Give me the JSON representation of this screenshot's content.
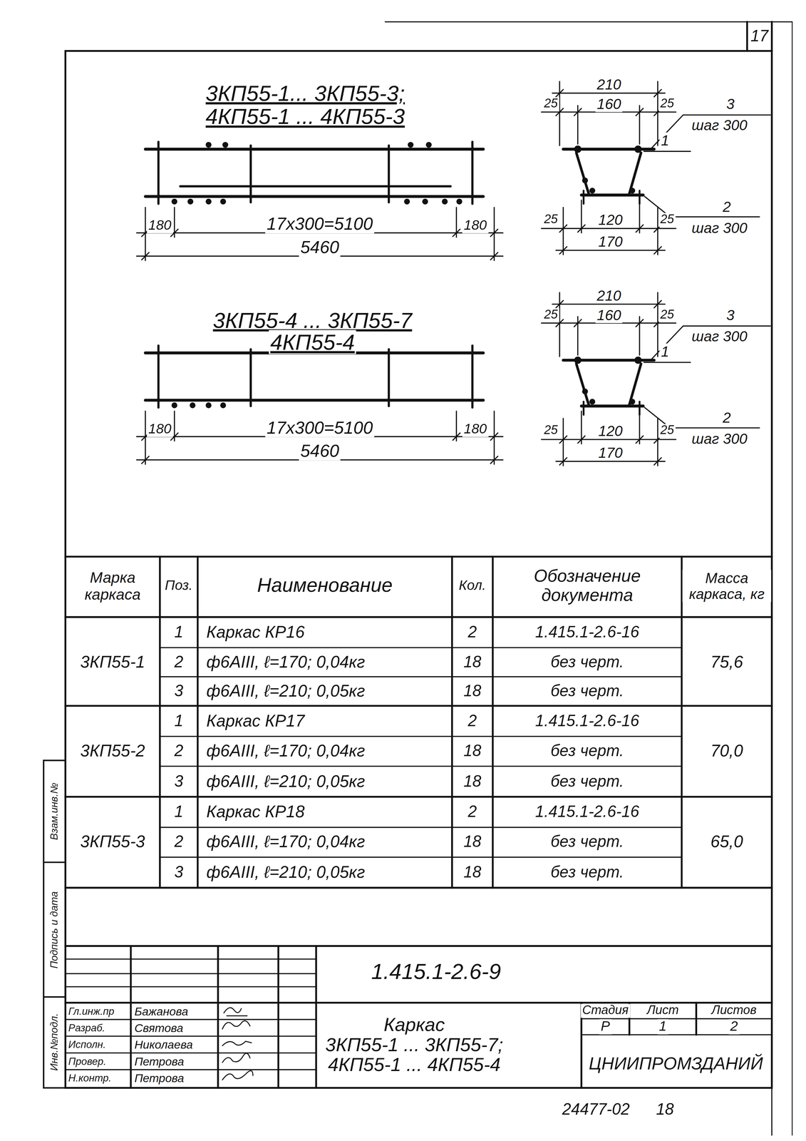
{
  "diagram": {
    "labels": [
      "17",
      "3КП55-1... 3КП55-3;",
      "4КП55-1 ... 4КП55-3",
      "180",
      "17x300=5100",
      "180",
      "5460",
      "210",
      "25",
      "160",
      "25",
      "3",
      "шаг 300",
      "1",
      "25",
      "120",
      "25",
      "170",
      "2",
      "шаг 300",
      "3КП55-4 ... 3КП55-7",
      "4КП55-4",
      "180",
      "17x300=5100",
      "180",
      "5460",
      "210",
      "25",
      "160",
      "25",
      "3",
      "шаг 300",
      "1",
      "25",
      "120",
      "25",
      "170",
      "2",
      "шаг 300",
      "Марка каркаса",
      "Поз.",
      "Наименование",
      "Кол.",
      "Обозначение документа",
      "Масса каркаса, кг",
      "3КП55-1",
      "75,6",
      "1",
      "Каркас КР16",
      "2",
      "1.415.1-2.6-16",
      "2",
      "ф6АIII, ℓ=170; 0,04кг",
      "18",
      "без черт.",
      "3",
      "ф6АIII, ℓ=210; 0,05кг",
      "18",
      "без черт.",
      "3КП55-2",
      "70,0",
      "1",
      "Каркас КР17",
      "2",
      "1.415.1-2.6-16",
      "2",
      "ф6АIII, ℓ=170; 0,04кг",
      "18",
      "без черт.",
      "3",
      "ф6АIII, ℓ=210; 0,05кг",
      "18",
      "без черт.",
      "3КП55-3",
      "65,0",
      "1",
      "Каркас КР18",
      "2",
      "1.415.1-2.6-16",
      "2",
      "ф6АIII, ℓ=170; 0,04кг",
      "18",
      "без черт.",
      "3",
      "ф6АIII, ℓ=210; 0,05кг",
      "18",
      "без черт.",
      "1.415.1-2.6-9",
      "Гл.инж.пр",
      "Бажанова",
      "Разраб.",
      "Святова",
      "Исполн.",
      "Николаева",
      "Провер.",
      "Петрова",
      "Н.контр.",
      "Петрова",
      "Каркас",
      "3КП55-1 ... 3КП55-7;",
      "4КП55-1 ... 4КП55-4",
      "Стадия",
      "Лист",
      "Листов",
      "Р",
      "1",
      "2",
      "ЦНИИПРОМЗДАНИЙ",
      "24477-02",
      "18",
      "Инв.№подл.",
      "Подпись и дата",
      "Взам.инв.№"
    ]
  }
}
